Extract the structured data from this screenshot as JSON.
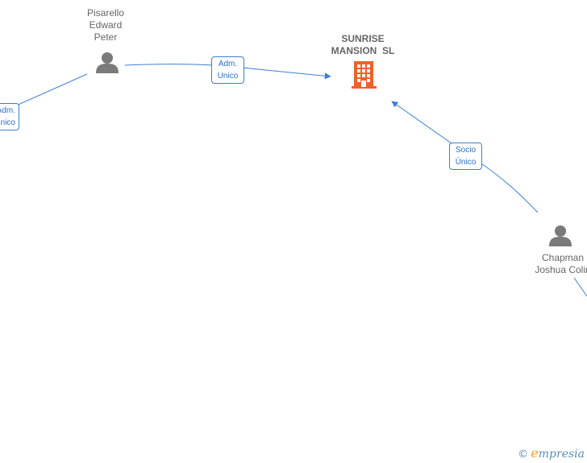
{
  "colors": {
    "edge": "#3b7fd6",
    "person_icon": "#7a7a7a",
    "company_icon": "#f0602a",
    "label_text": "#666666"
  },
  "company": {
    "name_line1": "SUNRISE",
    "name_line2": "MANSION  SL",
    "icon": "building-icon"
  },
  "persons": [
    {
      "line1": "Pisarello",
      "line2": "Edward",
      "line3": "Peter",
      "icon": "person-icon"
    },
    {
      "line1": "Chapman",
      "line2": "Joshua Colin",
      "line3": "",
      "icon": "person-icon"
    }
  ],
  "edges": [
    {
      "line1": "Adm.",
      "line2": "Unico"
    },
    {
      "line1": "Socio",
      "line2": "Único"
    },
    {
      "line1": "Adm.",
      "line2": "Unico"
    }
  ],
  "brand": {
    "copyright": "©",
    "initial": "e",
    "rest": "mpresia"
  }
}
